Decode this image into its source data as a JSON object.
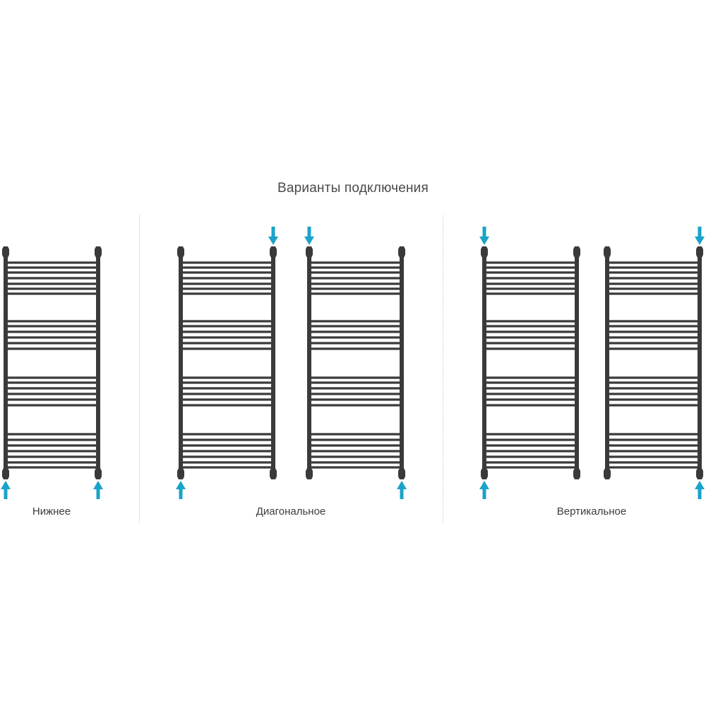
{
  "title": "Варианты подключения",
  "colors": {
    "rail": "#3a3a3a",
    "arrow": "#1aa3c9",
    "divider": "#c8c8c8",
    "text": "#3c3c3c"
  },
  "groups": [
    {
      "label": "Нижнее",
      "radiators": [
        {
          "arrows": [
            {
              "position": "bottom-left",
              "direction": "up"
            },
            {
              "position": "bottom-right",
              "direction": "up"
            }
          ]
        }
      ]
    },
    {
      "label": "Диагональное",
      "radiators": [
        {
          "arrows": [
            {
              "position": "bottom-left",
              "direction": "up"
            },
            {
              "position": "top-right",
              "direction": "down"
            }
          ]
        },
        {
          "arrows": [
            {
              "position": "top-left",
              "direction": "down"
            },
            {
              "position": "bottom-right",
              "direction": "up"
            }
          ]
        }
      ]
    },
    {
      "label": "Вертикальное",
      "radiators": [
        {
          "arrows": [
            {
              "position": "top-left",
              "direction": "down"
            },
            {
              "position": "bottom-left",
              "direction": "up"
            }
          ]
        },
        {
          "arrows": [
            {
              "position": "top-right",
              "direction": "down"
            },
            {
              "position": "bottom-right",
              "direction": "up"
            }
          ]
        }
      ]
    }
  ]
}
